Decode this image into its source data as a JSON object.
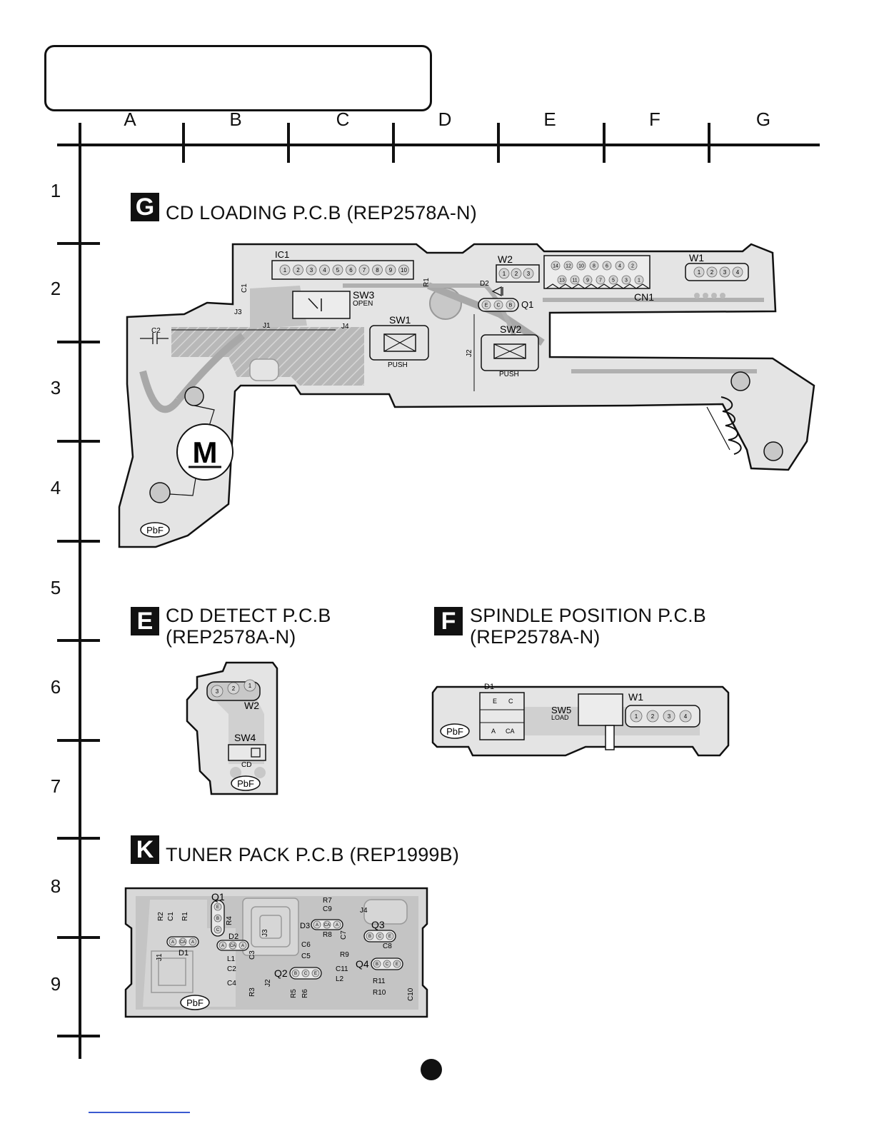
{
  "grid": {
    "columns": [
      "A",
      "B",
      "C",
      "D",
      "E",
      "F",
      "G"
    ],
    "rows": [
      "1",
      "2",
      "3",
      "4",
      "5",
      "6",
      "7",
      "8",
      "9"
    ]
  },
  "boards": {
    "g": {
      "badge": "G",
      "title": "CD LOADING P.C.B (REP2578A-N)",
      "labels": {
        "ic1": "IC1",
        "w2": "W2",
        "w1": "W1",
        "cn1": "CN1",
        "sw3": "SW3",
        "open": "OPEN",
        "sw1": "SW1",
        "sw2": "SW2",
        "push1": "PUSH",
        "push2": "PUSH",
        "q1": "Q1",
        "d2": "D2",
        "r1": "R1",
        "c1": "C1",
        "c2": "C2",
        "j1": "J1",
        "j2": "J2",
        "j3": "J3",
        "j4": "J4",
        "motor": "M",
        "pbf": "PbF"
      },
      "ic1_pins": [
        "1",
        "2",
        "3",
        "4",
        "5",
        "6",
        "7",
        "8",
        "9",
        "10"
      ],
      "w2_pins": [
        "1",
        "2",
        "3"
      ],
      "w1_pins": [
        "1",
        "2",
        "3",
        "4"
      ],
      "cn1_top": [
        "14",
        "12",
        "10",
        "8",
        "6",
        "4",
        "2"
      ],
      "cn1_bottom": [
        "13",
        "11",
        "9",
        "7",
        "5",
        "3",
        "1"
      ],
      "q1_pins": [
        "E",
        "C",
        "B"
      ]
    },
    "e": {
      "badge": "E",
      "title_line1": "CD DETECT P.C.B",
      "title_line2": "(REP2578A-N)",
      "labels": {
        "w2": "W2",
        "sw4": "SW4",
        "cd": "CD",
        "pbf": "PbF"
      },
      "w2_pins": [
        "3",
        "2",
        "1"
      ]
    },
    "f": {
      "badge": "F",
      "title_line1": "SPINDLE POSITION P.C.B",
      "title_line2": "(REP2578A-N)",
      "labels": {
        "d1": "D1",
        "sw5": "SW5",
        "load": "LOAD",
        "w1": "W1",
        "pbf": "PbF",
        "e": "E",
        "c": "C",
        "a": "A",
        "ca": "CA"
      },
      "w1_pins": [
        "1",
        "2",
        "3",
        "4"
      ]
    },
    "k": {
      "badge": "K",
      "title": "TUNER PACK P.C.B (REP1999B)",
      "labels": {
        "q1": "Q1",
        "q2": "Q2",
        "q3": "Q3",
        "q4": "Q4",
        "d1": "D1",
        "d2": "D2",
        "d3": "D3",
        "r1": "R1",
        "r2": "R2",
        "r3": "R3",
        "r4": "R4",
        "r5": "R5",
        "r6": "R6",
        "r7": "R7",
        "r8": "R8",
        "r9": "R9",
        "r10": "R10",
        "r11": "R11",
        "c1": "C1",
        "c2": "C2",
        "c3": "C3",
        "c4": "C4",
        "c5": "C5",
        "c6": "C6",
        "c7": "C7",
        "c8": "C8",
        "c9": "C9",
        "c10": "C10",
        "c11": "C11",
        "l1": "L1",
        "l2": "L2",
        "j1": "J1",
        "j2": "J2",
        "j3": "J3",
        "j4": "J4",
        "pbf": "PbF"
      },
      "q1_pins": [
        "E",
        "B",
        "C"
      ],
      "q2_pins": [
        "B",
        "C",
        "E"
      ],
      "q3_pins": [
        "B",
        "C",
        "E"
      ],
      "q4_pins": [
        "B",
        "C",
        "E"
      ],
      "diode_pins": [
        "A",
        "CA",
        "A"
      ]
    }
  }
}
